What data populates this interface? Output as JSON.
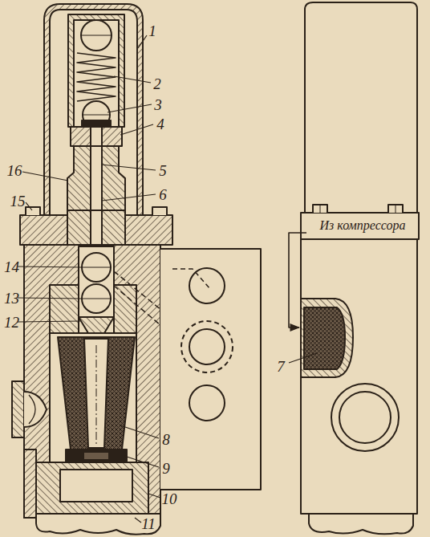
{
  "diagram": {
    "labels": [
      "1",
      "2",
      "3",
      "4",
      "16",
      "5",
      "15",
      "6",
      "14",
      "13",
      "12",
      "8",
      "9",
      "10",
      "11",
      "7",
      "Из компрессора"
    ]
  }
}
